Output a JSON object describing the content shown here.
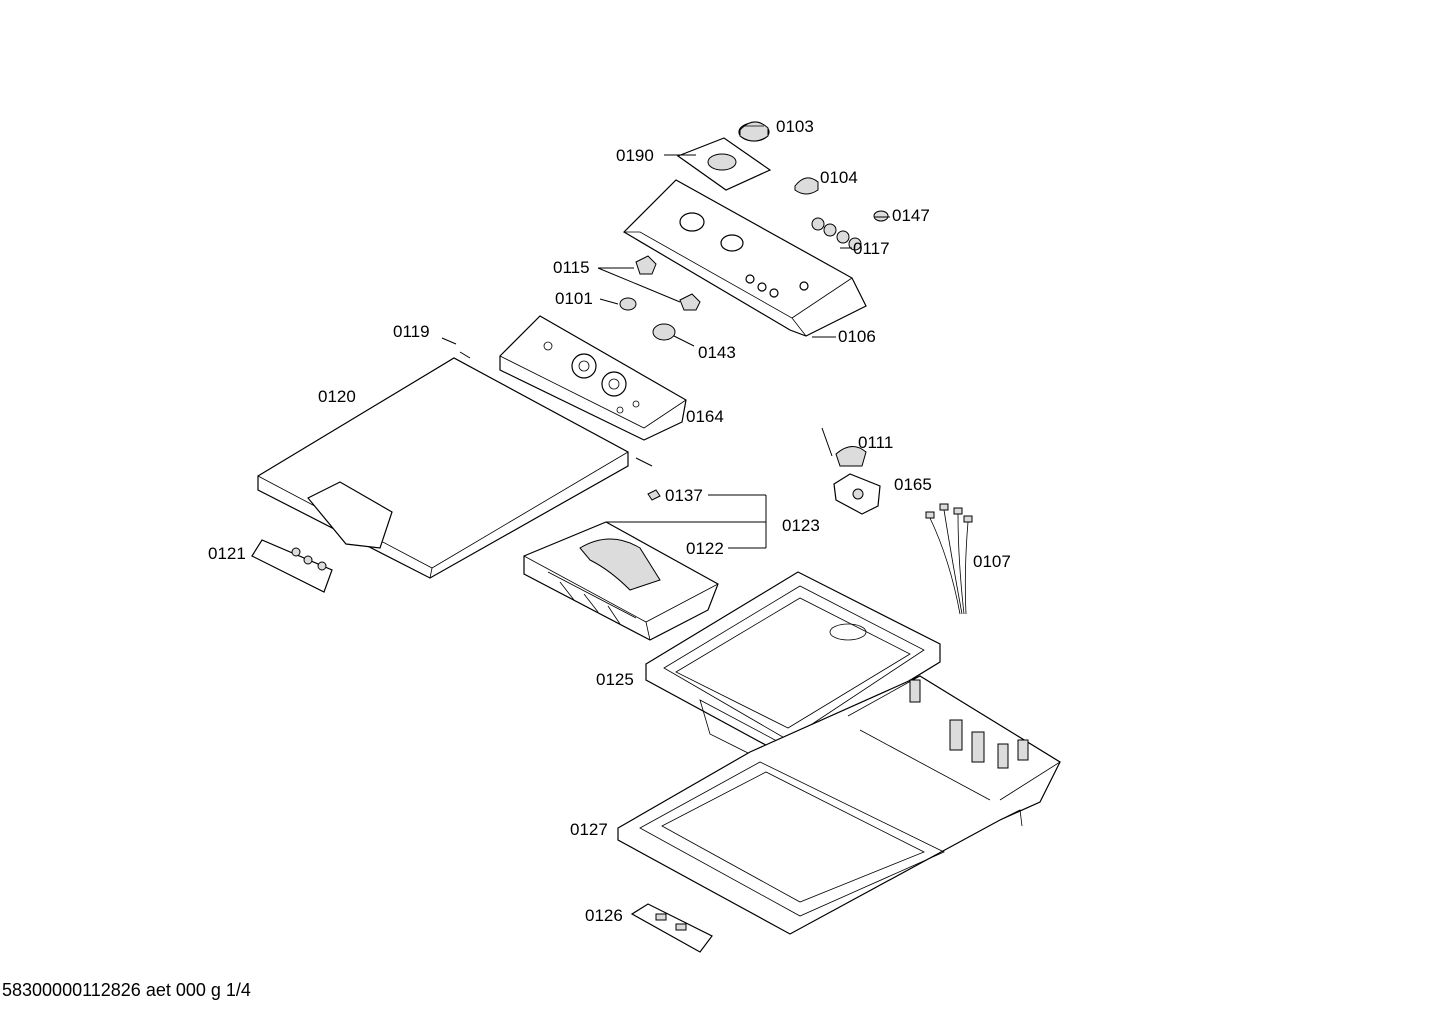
{
  "diagram": {
    "labels": {
      "p0103": "0103",
      "p0190": "0190",
      "p0104": "0104",
      "p0147": "0147",
      "p0117": "0117",
      "p0115": "0115",
      "p0101": "0101",
      "p0143": "0143",
      "p0106": "0106",
      "p0119": "0119",
      "p0120": "0120",
      "p0164": "0164",
      "p0111": "0111",
      "p0165": "0165",
      "p0137": "0137",
      "p0123": "0123",
      "p0122": "0122",
      "p0121": "0121",
      "p0107": "0107",
      "p0125": "0125",
      "p0127": "0127",
      "p0126": "0126"
    }
  },
  "footer": {
    "text": "58300000112826 aet 000 g 1/4"
  }
}
